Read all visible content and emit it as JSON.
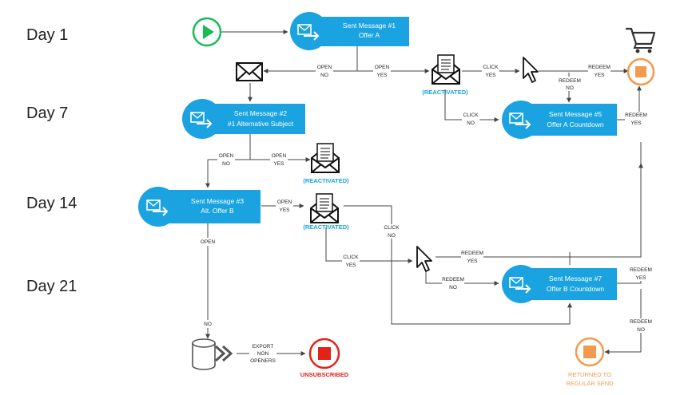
{
  "days": [
    "Day 1",
    "Day 7",
    "Day 14",
    "Day 21"
  ],
  "messages": {
    "m1": {
      "line1": "Sent Message #1",
      "line2": "Offer A"
    },
    "m2": {
      "line1": "Sent Message #2",
      "line2": "#1 Alternative Subject"
    },
    "m3": {
      "line1": "Sent Message #3",
      "line2": "Alt. Offer B"
    },
    "m5": {
      "line1": "Sent Message #5",
      "line2": "Offer A Countdown"
    },
    "m7": {
      "line1": "Sent Message #7",
      "line2": "Offer B Countdown"
    }
  },
  "edge_labels": {
    "m1_open_no": [
      "OPEN",
      "NO"
    ],
    "m1_open_yes": [
      "OPEN",
      "YES"
    ],
    "r1_click_yes": [
      "CLICK",
      "YES"
    ],
    "r1_click_no": [
      "CLICK",
      "NO"
    ],
    "c1_redeem_yes": [
      "REDEEM",
      "YES"
    ],
    "c1_redeem_no": [
      "REDEEM",
      "NO"
    ],
    "m5_redeem_yes": [
      "REDEEM",
      "YES"
    ],
    "m2_open_no": [
      "OPEN",
      "NO"
    ],
    "m2_open_yes": [
      "OPEN",
      "YES"
    ],
    "m3_open_yes": [
      "OPEN",
      "YES"
    ],
    "m3_open": [
      "OPEN"
    ],
    "r3_click_no": [
      "CLICK",
      "NO"
    ],
    "r3_click_yes": [
      "CLICK",
      "YES"
    ],
    "c2_redeem_yes": [
      "REDEEM",
      "YES"
    ],
    "c2_redeem_no": [
      "REDEEM",
      "NO"
    ],
    "m7_redeem_yes": [
      "REDEEM",
      "YES"
    ],
    "m7_redeem_no": [
      "REDEEM",
      "NO"
    ],
    "no_label": [
      "NO"
    ],
    "export": [
      "EXPORT",
      "NON",
      "OPENERS"
    ]
  },
  "reactivated_label": "(REACTIVATED)",
  "unsubscribed_label": "UNSUBSCRIBED",
  "returned": [
    "RETURNED TO",
    "REGULAR SEND"
  ],
  "colors": {
    "message_blue": "#1aa3e0",
    "start_green": "#1db954",
    "stop_red": "#e2231a",
    "stop_orange": "#f39a4c",
    "line": "#444444"
  },
  "icons": [
    "play-icon",
    "envelope-icon",
    "open-envelope-icon",
    "cursor-icon",
    "cart-icon",
    "database-icon",
    "chevrons-icon",
    "stop-icon"
  ]
}
